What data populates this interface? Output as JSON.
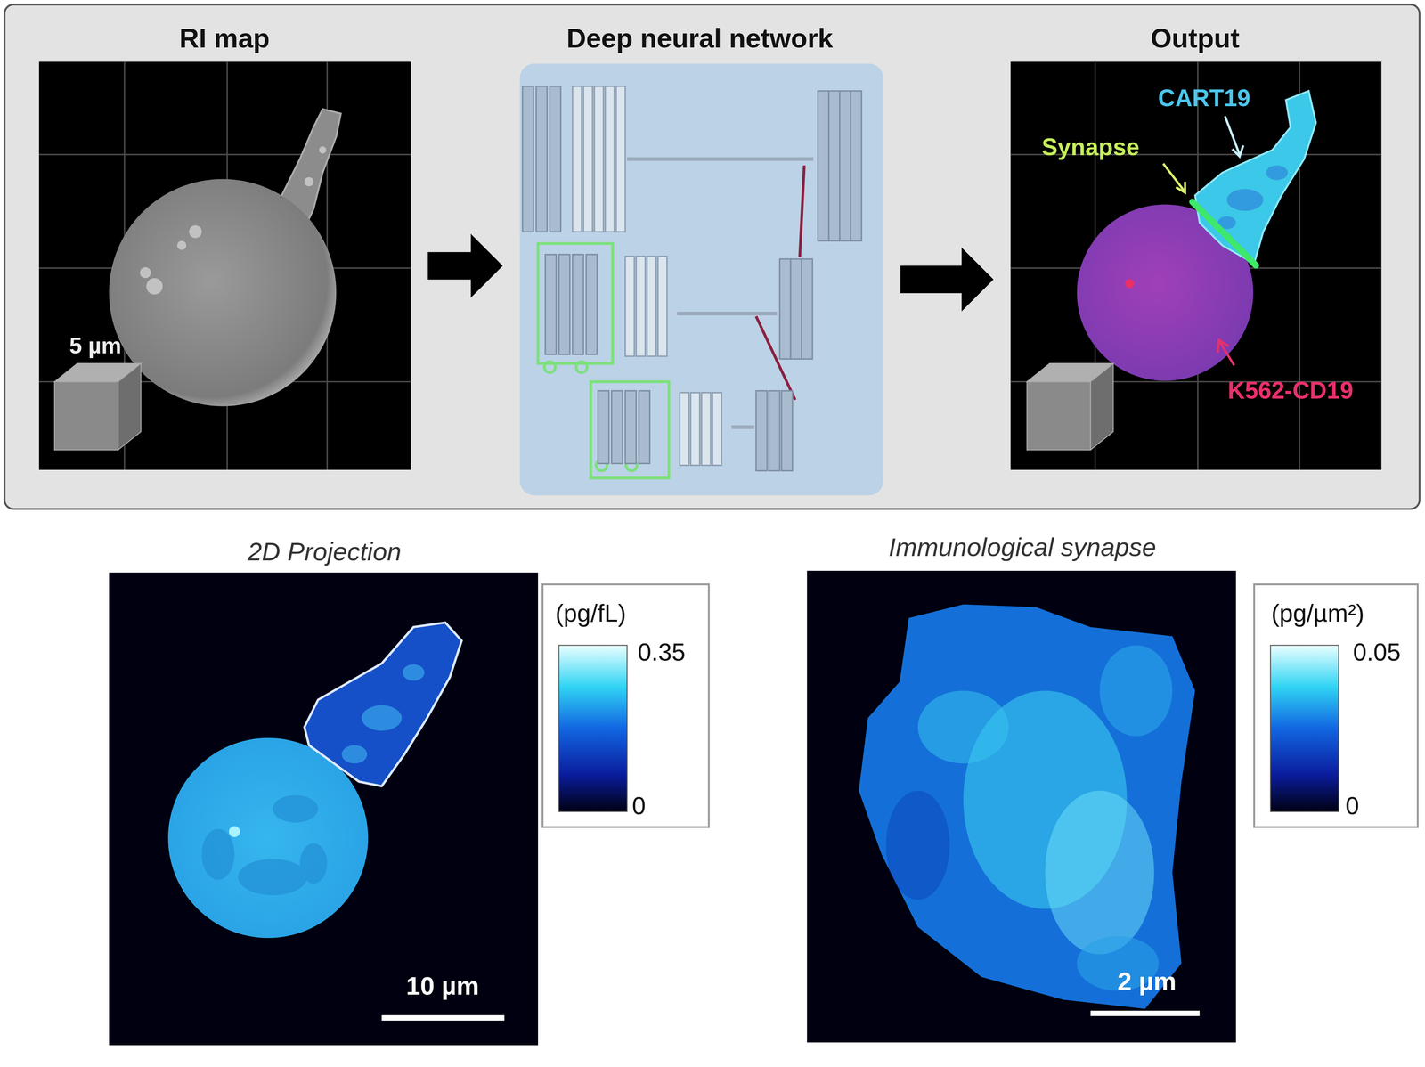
{
  "diagram": {
    "nodes": [
      {
        "text": [
          "RI map",
          "5 µm"
        ]
      },
      {
        "text": [
          "Deep neural network"
        ]
      },
      {
        "text": [
          "Output",
          "CART19",
          "Synapse",
          "K562-CD19"
        ]
      },
      {
        "text": [
          "2D Projection",
          "10 µm"
        ]
      },
      {
        "text": [
          "(pg/fL)",
          "0.35",
          "0"
        ]
      },
      {
        "text": [
          "Immunological synapse",
          "2 µm"
        ]
      },
      {
        "text": [
          "(pg/µm²)",
          "0.05",
          "0"
        ]
      }
    ],
    "edges": [
      {
        "from": 0,
        "to": 1,
        "arrow": "to"
      },
      {
        "from": 1,
        "to": 2,
        "arrow": "to"
      }
    ]
  }
}
